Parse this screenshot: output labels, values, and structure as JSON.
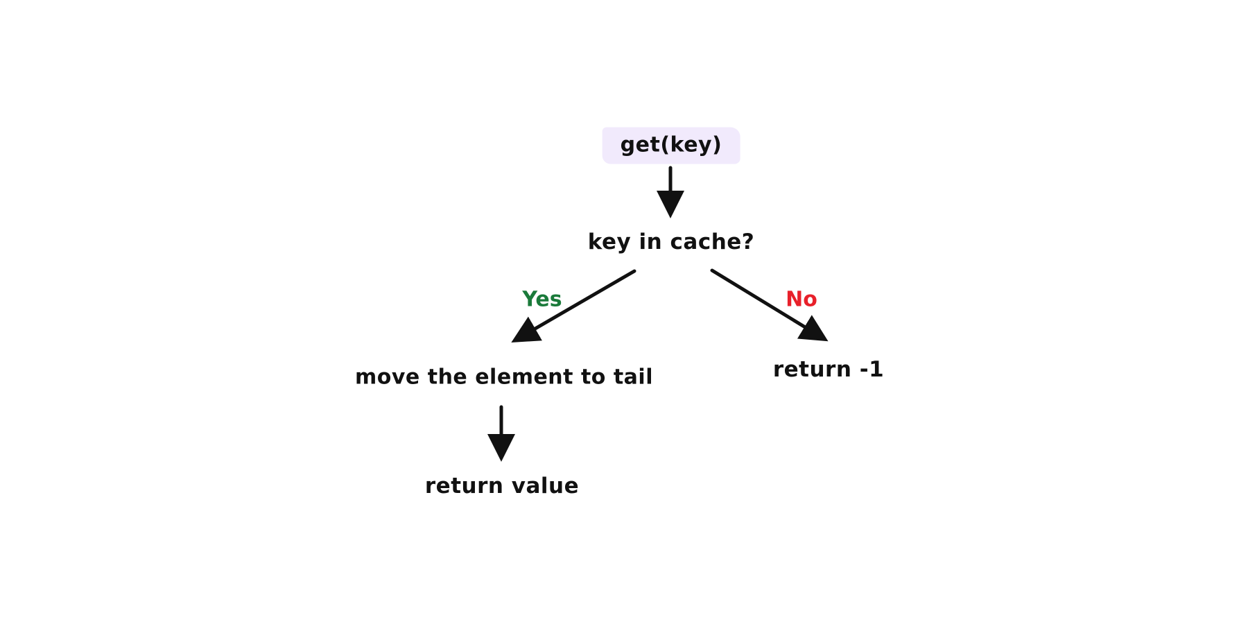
{
  "nodes": {
    "get": "get(key)",
    "check": "key in cache?",
    "move": "move the element to tail",
    "return_value": "return value",
    "return_neg": "return -1"
  },
  "edges": {
    "yes": "Yes",
    "no": "No"
  },
  "colors": {
    "highlight": "#f1eafc",
    "yes": "#1a7a3a",
    "no": "#e8202a",
    "stroke": "#111111"
  }
}
